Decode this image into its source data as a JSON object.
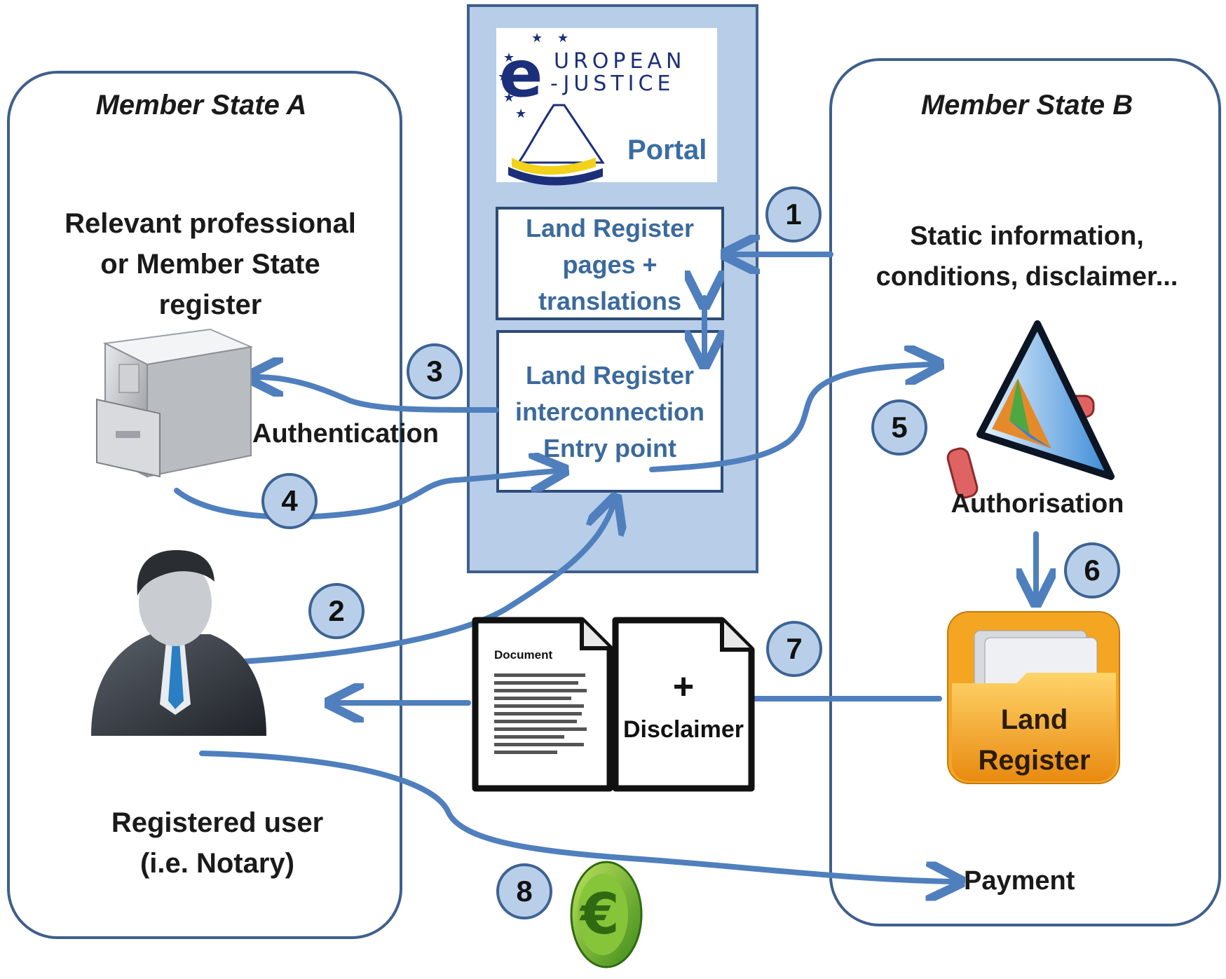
{
  "member_state_a": {
    "title": "Member State A",
    "register_label": [
      "Relevant professional",
      "or Member State",
      "register"
    ],
    "authentication_label": "Authentication",
    "user_label": [
      "Registered user",
      "(i.e. Notary)"
    ]
  },
  "member_state_b": {
    "title": "Member State B",
    "static_info_label": [
      "Static information,",
      "conditions, disclaimer..."
    ],
    "authorisation_label": "Authorisation",
    "land_register_label": [
      "Land",
      "Register"
    ],
    "payment_label": "Payment"
  },
  "portal": {
    "logo_e": "e",
    "logo_line1": "UROPEAN",
    "logo_line2": "-JUSTICE",
    "logo_word": "Portal",
    "pages_box": [
      "Land Register",
      "pages +",
      "translations"
    ],
    "entry_box": [
      "Land Register",
      "interconnection",
      "Entry point"
    ]
  },
  "documents": {
    "doc_title": "Document",
    "plus": "+",
    "disclaimer": "Disclaimer"
  },
  "steps": [
    "1",
    "2",
    "3",
    "4",
    "5",
    "6",
    "7",
    "8"
  ],
  "icons": {
    "register": "file-cabinet-icon",
    "user": "business-user-icon",
    "authorisation": "authorisation-shield-icon",
    "land_register": "folder-icon",
    "payment": "euro-coin-icon",
    "document": "document-icon",
    "disclaimer": "disclaimer-document-icon",
    "logo": "european-ejustice-logo"
  },
  "colors": {
    "flow": "#4f7fbd",
    "container_border": "#3f5f8c",
    "portal_fill": "#b7cde8",
    "badge_fill": "#b9cfe9",
    "box_text": "#3b6a9c"
  }
}
